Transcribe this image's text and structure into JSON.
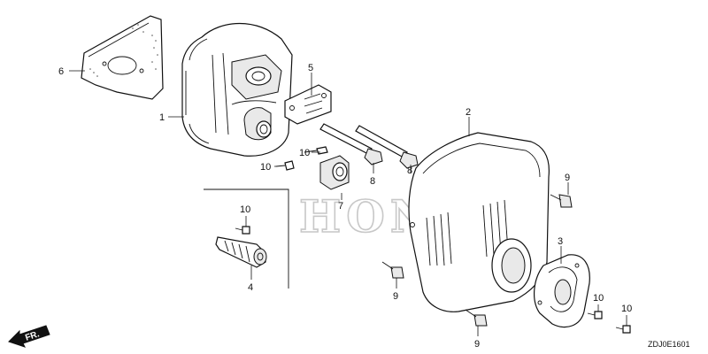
{
  "watermark": "HONDA",
  "direction_label": "FR.",
  "diagram_code": "ZDJ0E1601",
  "callouts": {
    "c1": "1",
    "c2": "2",
    "c3": "3",
    "c4": "4",
    "c5": "5",
    "c6": "6",
    "c7": "7",
    "c8a": "8",
    "c8b": "8",
    "c9a": "9",
    "c9b": "9",
    "c9c": "9",
    "c10a": "10",
    "c10b": "10",
    "c10c": "10",
    "c10d": "10",
    "c10e": "10"
  },
  "colors": {
    "line": "#111111",
    "watermark": "#c8c8c8",
    "background": "#ffffff"
  }
}
